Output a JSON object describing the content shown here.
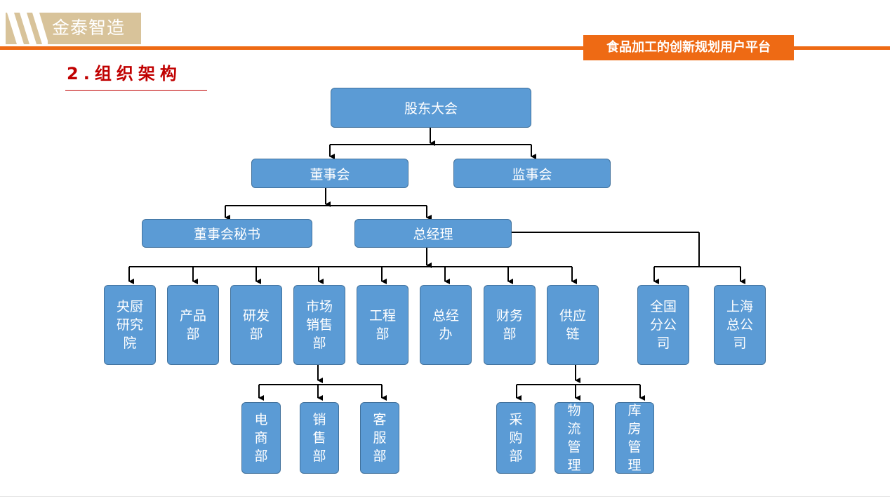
{
  "header": {
    "logo_text": "金泰智造",
    "platform_tag": "食品加工的创新规划用户平台",
    "section_title": "2.组织架构"
  },
  "org": {
    "shareholders": "股东大会",
    "board": "董事会",
    "supervisors": "监事会",
    "board_secretary": "董事会秘书",
    "general_manager": "总经理",
    "departments": [
      "央厨研究院",
      "产品部",
      "研发部",
      "市场销售部",
      "工程部",
      "总经办",
      "财务部",
      "供应链"
    ],
    "branches": [
      "全国分公司",
      "上海总公司"
    ],
    "marketing_subs": [
      "电商部",
      "销售部",
      "客服部"
    ],
    "supply_subs": [
      "采购部",
      "物流管理",
      "库房管理"
    ]
  },
  "colors": {
    "accent": "#ee6a14",
    "title_red": "#c00000",
    "node_fill": "#5b9bd5",
    "node_border": "#41719c",
    "logo_band": "#d8c39a"
  }
}
